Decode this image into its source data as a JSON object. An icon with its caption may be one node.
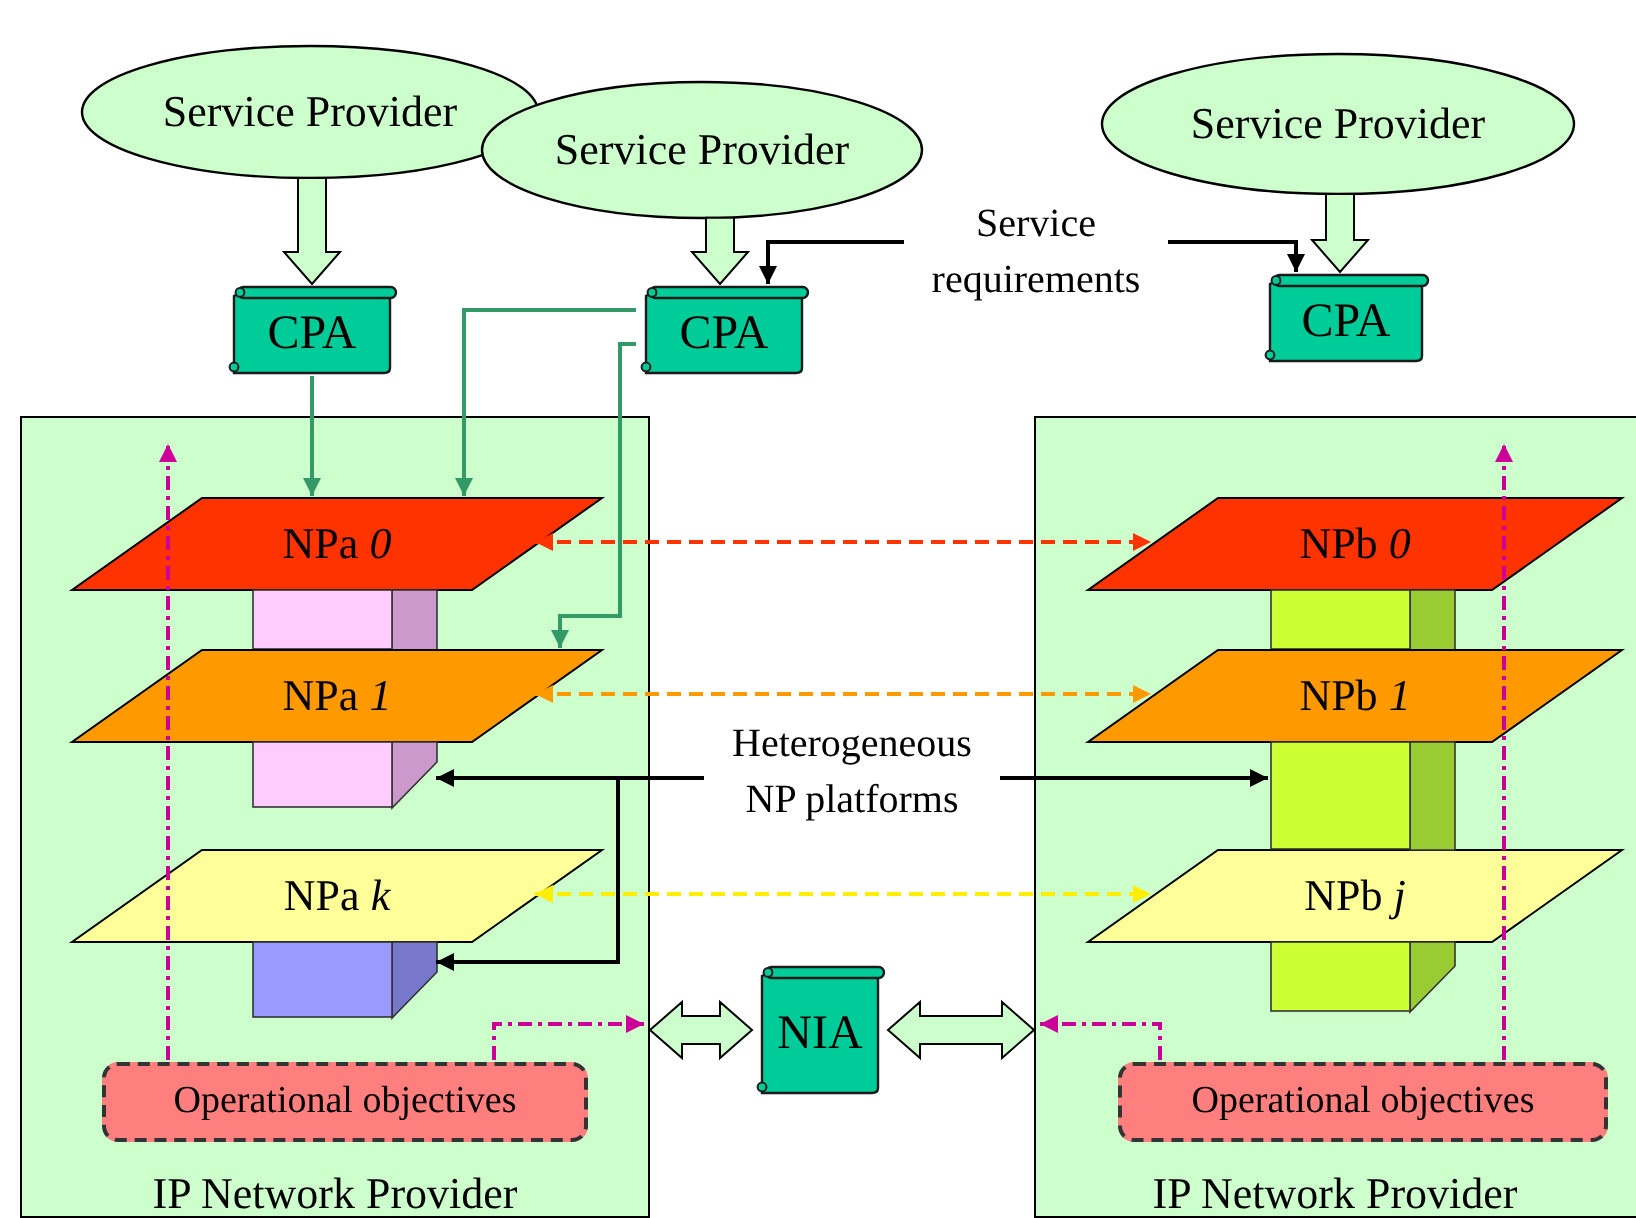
{
  "diagram": {
    "nodes": [
      {
        "text": [
          "Service Provider"
        ]
      },
      {
        "text": [
          "Service Provider"
        ]
      },
      {
        "text": [
          "Service Provider"
        ]
      },
      {
        "text": [
          "CPA"
        ]
      },
      {
        "text": [
          "Service requirements"
        ]
      },
      {
        "text": [
          "CPA"
        ]
      },
      {
        "text": [
          "CPA"
        ]
      },
      {
        "text": [
          "IP Network Provider"
        ]
      },
      {
        "text": [
          "NPa *0*"
        ],
        "in": 7
      },
      {
        "text": [],
        "shape": "box",
        "in": 7
      },
      {
        "text": [
          "NPa *1*"
        ],
        "in": 7
      },
      {
        "text": [
          "NPa *k*"
        ],
        "in": 7
      },
      {
        "text": [],
        "shape": "box",
        "in": 7
      },
      {
        "text": [
          "Operational objectives"
        ],
        "in": 7
      },
      {
        "text": [
          "Heterogeneous NP platforms"
        ]
      },
      {
        "text": [
          "IP Network Provider"
        ]
      },
      {
        "text": [
          "NPb *0*"
        ],
        "in": 15
      },
      {
        "text": [],
        "shape": "box",
        "in": 15
      },
      {
        "text": [
          "NPb *1*"
        ],
        "in": 15
      },
      {
        "text": [
          "NPb *j*"
        ],
        "in": 15
      },
      {
        "text": [
          "Operational objectives"
        ],
        "in": 15
      },
      {
        "text": [
          "NIA"
        ]
      },
      {
        "text": [],
        "shape": "box",
        "in": 7
      },
      {
        "text": [],
        "shape": "box",
        "in": 15
      },
      {
        "text": [],
        "shape": "box",
        "in": 15
      }
    ],
    "edges": [
      {
        "from": 0,
        "to": 3,
        "arrow": "to",
        "style": "thick"
      },
      {
        "from": 1,
        "to": 5,
        "arrow": "to",
        "style": "thick"
      },
      {
        "from": 2,
        "to": 6,
        "arrow": "to",
        "style": "thick"
      },
      {
        "from": 3,
        "to": 8,
        "arrow": "to",
        "color": "#339966"
      },
      {
        "from": 5,
        "to": 8,
        "arrow": "to",
        "color": "#339966"
      },
      {
        "from": 5,
        "to": 10,
        "arrow": "to",
        "color": "#339966"
      },
      {
        "from": 4,
        "to": 5,
        "arrow": "to"
      },
      {
        "from": 4,
        "to": 6,
        "arrow": "to"
      },
      {
        "from": 8,
        "to": 16,
        "arrow": "both",
        "style": "dashed",
        "color": "#ff3300"
      },
      {
        "from": 10,
        "to": 18,
        "arrow": "both",
        "style": "dashed",
        "color": "#ff9900"
      },
      {
        "from": 11,
        "to": 19,
        "arrow": "both",
        "style": "dashed",
        "color": "#ffee00"
      },
      {
        "from": 14,
        "to": 12,
        "arrow": "to"
      },
      {
        "from": 14,
        "to": 22,
        "arrow": "to"
      },
      {
        "from": 14,
        "to": 23,
        "arrow": "to"
      },
      {
        "from": 13,
        "to": null,
        "arrow": "to",
        "style": "dashed",
        "color": "#cc0099"
      },
      {
        "from": 13,
        "to": null,
        "arrow": "to",
        "style": "dashed",
        "color": "#cc0099"
      },
      {
        "from": 20,
        "to": null,
        "arrow": "to",
        "style": "dashed",
        "color": "#cc0099"
      },
      {
        "from": 20,
        "to": null,
        "arrow": "to",
        "style": "dashed",
        "color": "#cc0099"
      },
      {
        "from": 21,
        "to": 7,
        "arrow": "both",
        "style": "thick"
      },
      {
        "from": 21,
        "to": 15,
        "arrow": "both",
        "style": "thick"
      }
    ]
  }
}
